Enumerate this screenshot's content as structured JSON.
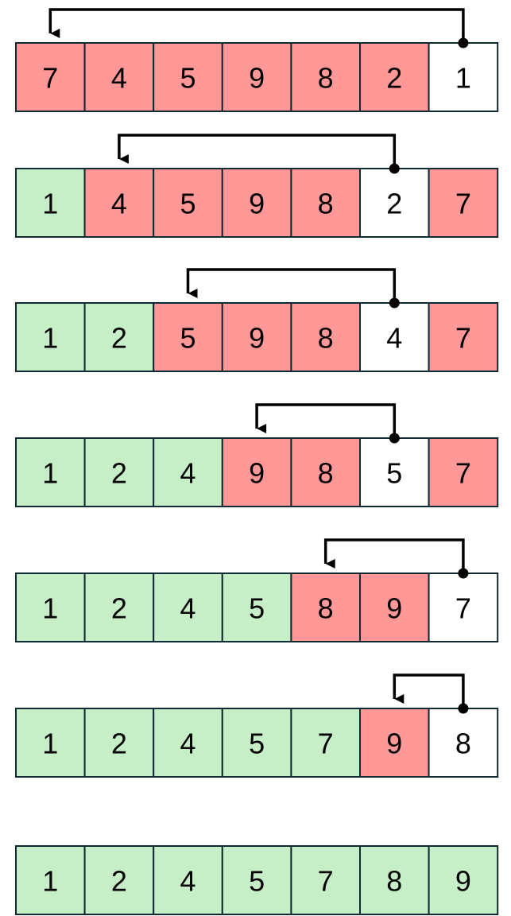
{
  "colors": {
    "unsorted": "#ff9896",
    "sorted": "#c7efc7",
    "minimum": "#ffffff",
    "border": "#0f2a33",
    "arrow": "#000000",
    "text": "#000000"
  },
  "rows": [
    {
      "cells": [
        {
          "value": "7",
          "state": "unsorted"
        },
        {
          "value": "4",
          "state": "unsorted"
        },
        {
          "value": "5",
          "state": "unsorted"
        },
        {
          "value": "9",
          "state": "unsorted"
        },
        {
          "value": "8",
          "state": "unsorted"
        },
        {
          "value": "2",
          "state": "unsorted"
        },
        {
          "value": "1",
          "state": "minimum"
        }
      ],
      "swap": {
        "from": 6,
        "to": 0
      }
    },
    {
      "cells": [
        {
          "value": "1",
          "state": "sorted"
        },
        {
          "value": "4",
          "state": "unsorted"
        },
        {
          "value": "5",
          "state": "unsorted"
        },
        {
          "value": "9",
          "state": "unsorted"
        },
        {
          "value": "8",
          "state": "unsorted"
        },
        {
          "value": "2",
          "state": "minimum"
        },
        {
          "value": "7",
          "state": "unsorted"
        }
      ],
      "swap": {
        "from": 5,
        "to": 1
      }
    },
    {
      "cells": [
        {
          "value": "1",
          "state": "sorted"
        },
        {
          "value": "2",
          "state": "sorted"
        },
        {
          "value": "5",
          "state": "unsorted"
        },
        {
          "value": "9",
          "state": "unsorted"
        },
        {
          "value": "8",
          "state": "unsorted"
        },
        {
          "value": "4",
          "state": "minimum"
        },
        {
          "value": "7",
          "state": "unsorted"
        }
      ],
      "swap": {
        "from": 5,
        "to": 2
      }
    },
    {
      "cells": [
        {
          "value": "1",
          "state": "sorted"
        },
        {
          "value": "2",
          "state": "sorted"
        },
        {
          "value": "4",
          "state": "sorted"
        },
        {
          "value": "9",
          "state": "unsorted"
        },
        {
          "value": "8",
          "state": "unsorted"
        },
        {
          "value": "5",
          "state": "minimum"
        },
        {
          "value": "7",
          "state": "unsorted"
        }
      ],
      "swap": {
        "from": 5,
        "to": 3
      }
    },
    {
      "cells": [
        {
          "value": "1",
          "state": "sorted"
        },
        {
          "value": "2",
          "state": "sorted"
        },
        {
          "value": "4",
          "state": "sorted"
        },
        {
          "value": "5",
          "state": "sorted"
        },
        {
          "value": "8",
          "state": "unsorted"
        },
        {
          "value": "9",
          "state": "unsorted"
        },
        {
          "value": "7",
          "state": "minimum"
        }
      ],
      "swap": {
        "from": 6,
        "to": 4
      }
    },
    {
      "cells": [
        {
          "value": "1",
          "state": "sorted"
        },
        {
          "value": "2",
          "state": "sorted"
        },
        {
          "value": "4",
          "state": "sorted"
        },
        {
          "value": "5",
          "state": "sorted"
        },
        {
          "value": "7",
          "state": "sorted"
        },
        {
          "value": "9",
          "state": "unsorted"
        },
        {
          "value": "8",
          "state": "minimum"
        }
      ],
      "swap": {
        "from": 6,
        "to": 5
      }
    },
    {
      "cells": [
        {
          "value": "1",
          "state": "sorted"
        },
        {
          "value": "2",
          "state": "sorted"
        },
        {
          "value": "4",
          "state": "sorted"
        },
        {
          "value": "5",
          "state": "sorted"
        },
        {
          "value": "7",
          "state": "sorted"
        },
        {
          "value": "8",
          "state": "sorted"
        },
        {
          "value": "9",
          "state": "sorted"
        }
      ],
      "swap": null
    }
  ]
}
